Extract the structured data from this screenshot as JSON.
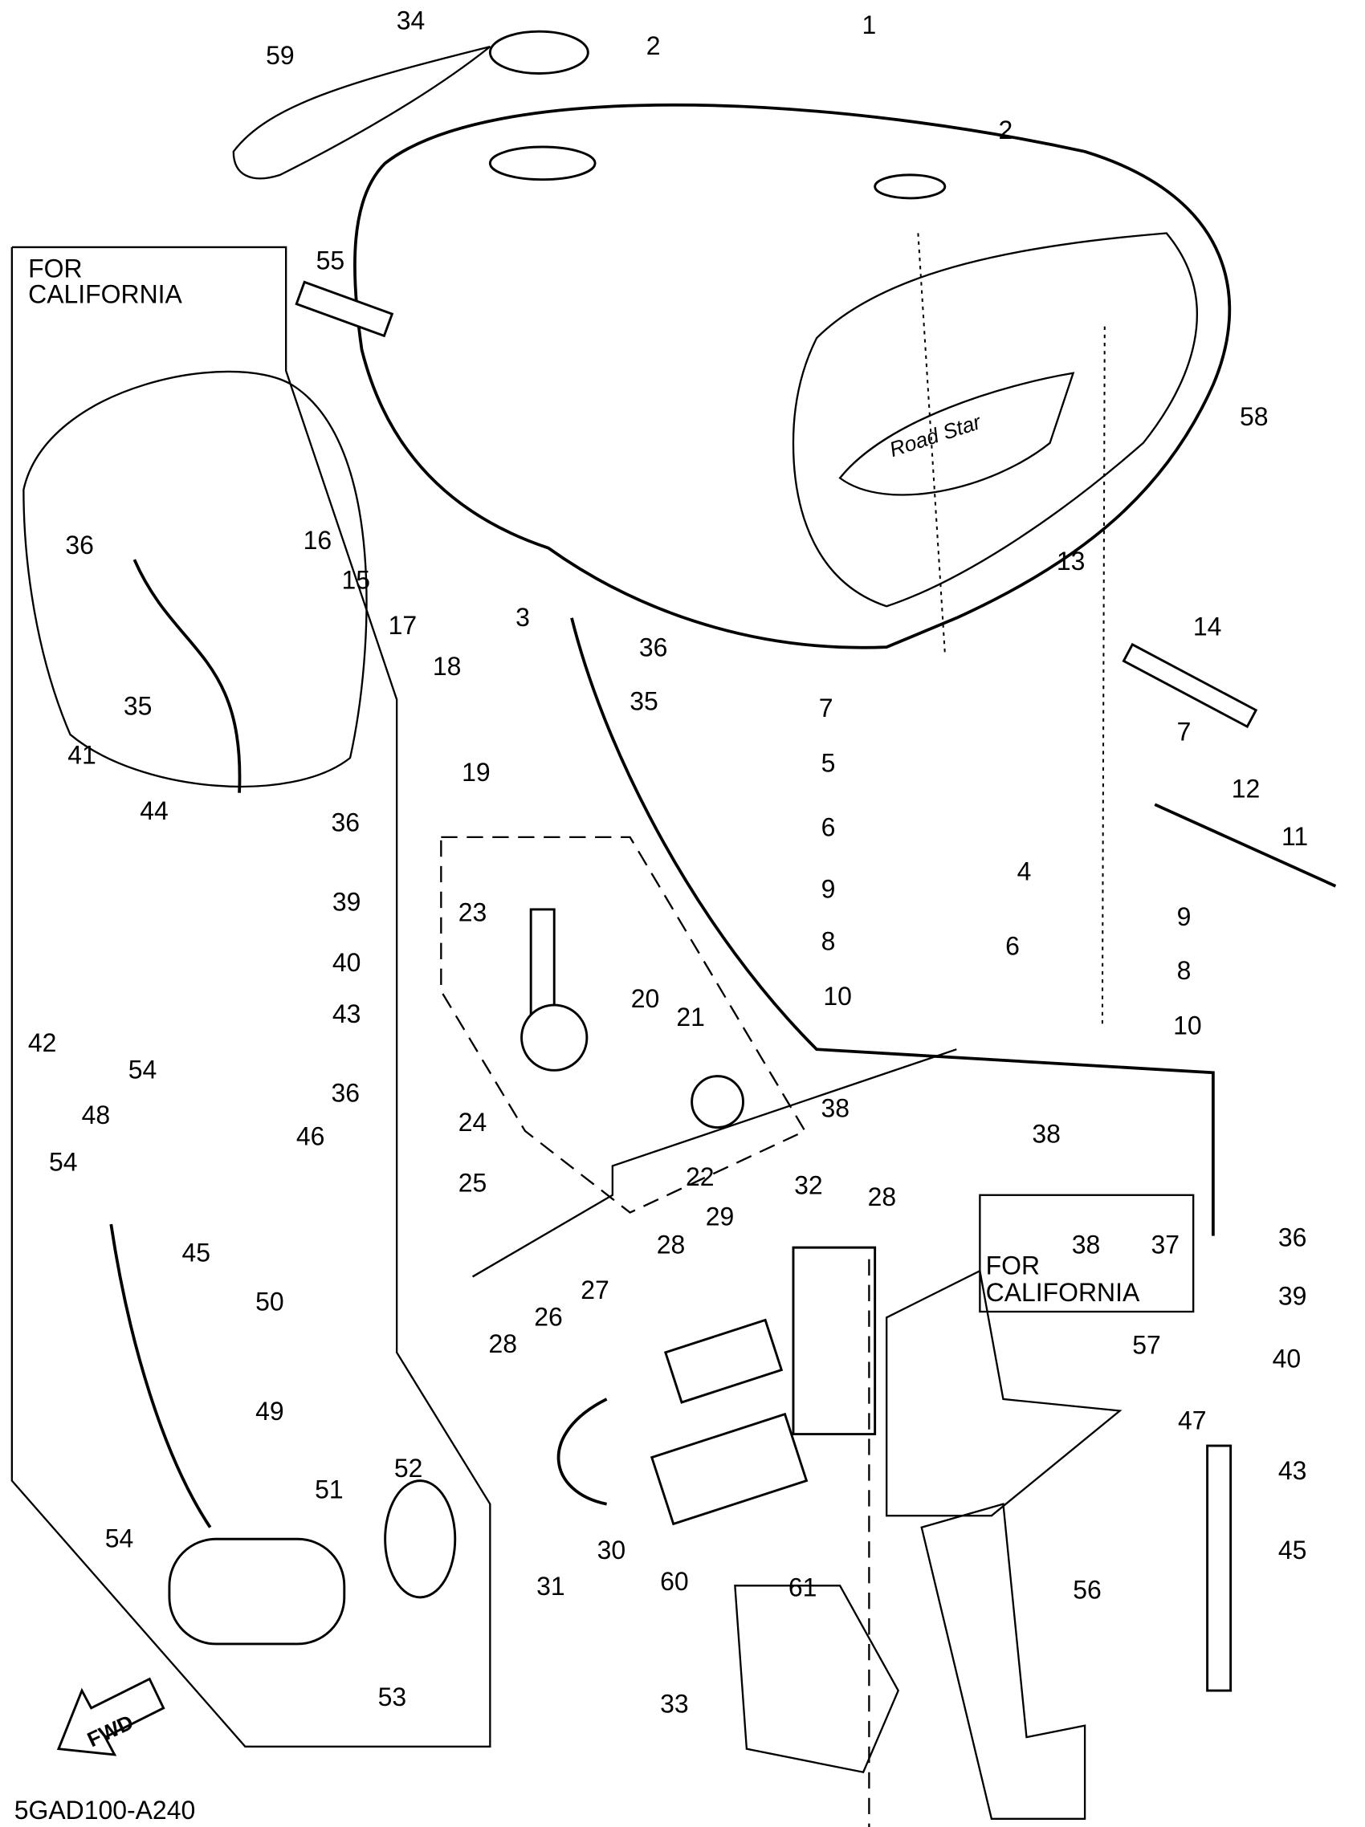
{
  "diagram": {
    "part_numbers": [
      "34",
      "59",
      "2",
      "1",
      "2",
      "55",
      "58",
      "36",
      "16",
      "15",
      "17",
      "18",
      "3",
      "36",
      "13",
      "14",
      "35",
      "35",
      "7",
      "7",
      "5",
      "41",
      "44",
      "12",
      "19",
      "36",
      "6",
      "11",
      "39",
      "23",
      "9",
      "4",
      "9",
      "40",
      "8",
      "6",
      "43",
      "42",
      "10",
      "8",
      "10",
      "20",
      "21",
      "36",
      "54",
      "48",
      "46",
      "38",
      "38",
      "24",
      "54",
      "28",
      "32",
      "22",
      "25",
      "29",
      "36",
      "38",
      "37",
      "45",
      "28",
      "27",
      "39",
      "50",
      "26",
      "28",
      "57",
      "40",
      "49",
      "52",
      "51",
      "47",
      "43",
      "54",
      "30",
      "45",
      "31",
      "60",
      "61",
      "56",
      "53",
      "33"
    ],
    "california_box_main": [
      "FOR",
      "CALIFORNIA"
    ],
    "california_box_small": [
      "FOR",
      "CALIFORNIA"
    ],
    "fwd_label": "FWD",
    "tank_logo": "Road Star",
    "diagram_code": "5GAD100-A240"
  }
}
